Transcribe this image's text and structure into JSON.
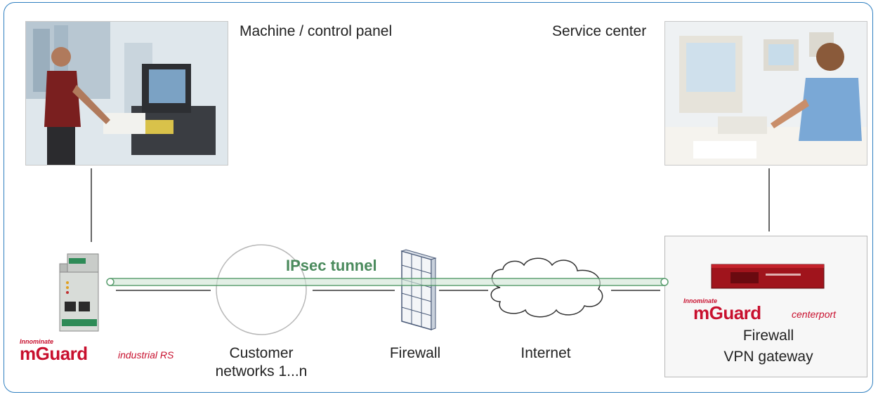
{
  "labels": {
    "machine": "Machine / control panel",
    "service": "Service center",
    "tunnel": "IPsec tunnel",
    "customer_line1": "Customer",
    "customer_line2": "networks 1...n",
    "firewall": "Firewall",
    "internet": "Internet",
    "gateway_line1": "Firewall",
    "gateway_line2": "VPN gateway"
  },
  "logos": {
    "left": {
      "small": "Innominate",
      "main": "mGuard",
      "sub": "industrial RS"
    },
    "right": {
      "small": "Innominate",
      "main": "mGuard",
      "sub": "centerport"
    }
  },
  "colors": {
    "frame": "#2f7fc0",
    "tunnel": "#5a9e6f",
    "tunnel_text": "#4a8a5c",
    "brand": "#c8102e"
  }
}
